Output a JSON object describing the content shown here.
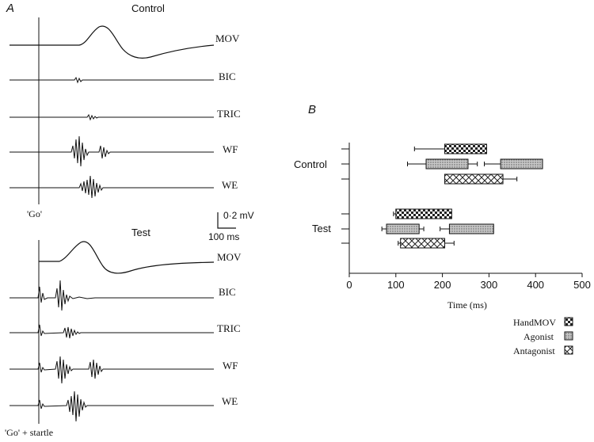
{
  "panel_a": {
    "letter": "A",
    "control": {
      "title": "Control",
      "go_label": "'Go'",
      "traces": [
        "MOV",
        "BIC",
        "TRIC",
        "WF",
        "WE"
      ]
    },
    "test": {
      "title": "Test",
      "go_label": "'Go' + startle",
      "traces": [
        "MOV",
        "BIC",
        "TRIC",
        "WF",
        "WE"
      ]
    },
    "scale_bar": {
      "vertical": "0·2 mV",
      "horizontal": "100 ms"
    }
  },
  "panel_b": {
    "letter": "B",
    "legend": [
      {
        "label": "HandMOV",
        "pattern": "checker"
      },
      {
        "label": "Agonist",
        "pattern": "dots"
      },
      {
        "label": "Antagonist",
        "pattern": "cross"
      }
    ]
  },
  "chart_data": {
    "type": "bar",
    "orientation": "horizontal-floating",
    "xlabel": "Time (ms)",
    "xlim": [
      0,
      500
    ],
    "xticks": [
      0,
      100,
      200,
      300,
      400,
      500
    ],
    "groups": [
      "Control",
      "Test"
    ],
    "series": [
      {
        "name": "HandMOV",
        "group": "Control",
        "start": 205,
        "end": 295,
        "err_low": 140
      },
      {
        "name": "Agonist",
        "group": "Control",
        "start": 165,
        "end": 255,
        "err_low": 125,
        "err_high": 275
      },
      {
        "name": "Agonist",
        "group": "Control",
        "start": 325,
        "end": 415,
        "err_low": 290
      },
      {
        "name": "Antagonist",
        "group": "Control",
        "start": 205,
        "end": 330,
        "err_high": 360
      },
      {
        "name": "HandMOV",
        "group": "Test",
        "start": 100,
        "end": 220,
        "err_low": 95
      },
      {
        "name": "Agonist",
        "group": "Test",
        "start": 80,
        "end": 150,
        "err_low": 70,
        "err_high": 160
      },
      {
        "name": "Agonist",
        "group": "Test",
        "start": 215,
        "end": 310,
        "err_low": 195
      },
      {
        "name": "Antagonist",
        "group": "Test",
        "start": 110,
        "end": 205,
        "err_low": 105,
        "err_high": 225
      }
    ]
  }
}
